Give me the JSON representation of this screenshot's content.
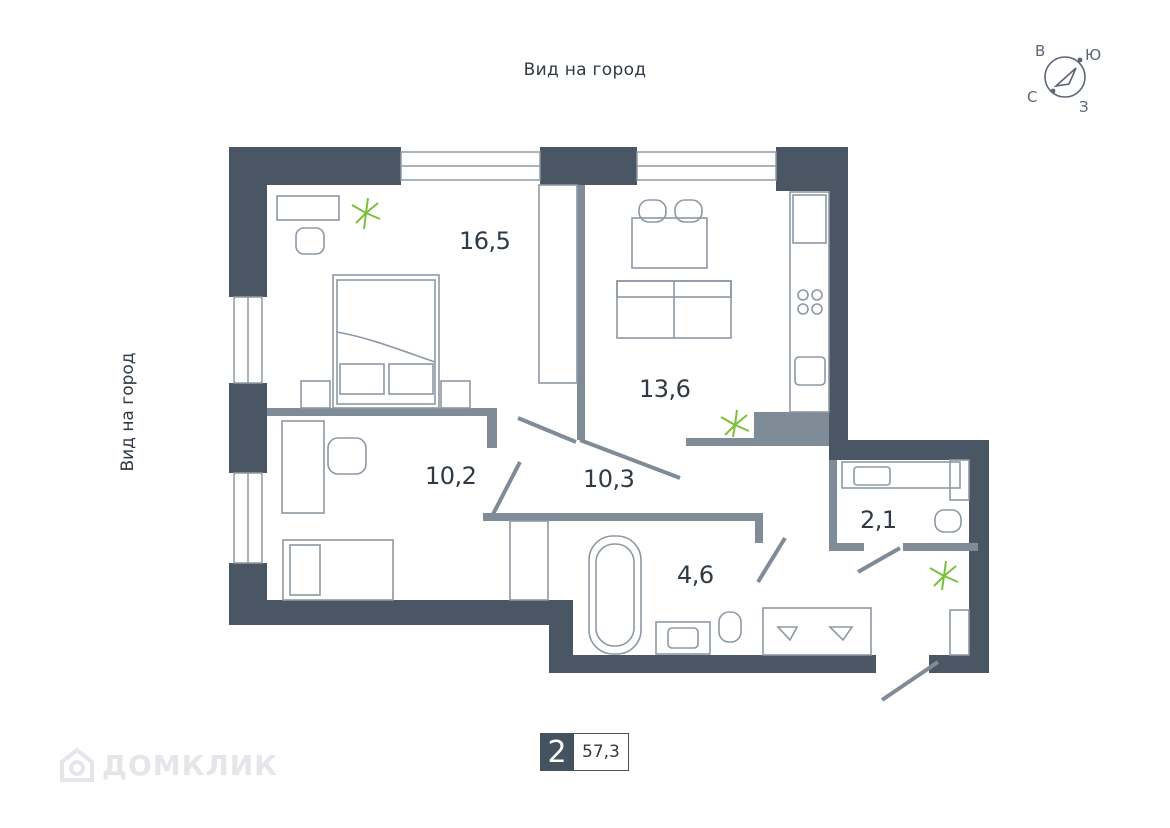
{
  "views": {
    "top": "Вид на город",
    "left": "Вид на город"
  },
  "compass": {
    "north": "С",
    "east": "В",
    "south": "Ю",
    "west": "З"
  },
  "rooms": [
    {
      "id": "bedroom",
      "area": "16,5"
    },
    {
      "id": "living-kitchen",
      "area": "13,6"
    },
    {
      "id": "kids-room",
      "area": "10,2"
    },
    {
      "id": "hallway",
      "area": "10,3"
    },
    {
      "id": "bathroom",
      "area": "4,6"
    },
    {
      "id": "toilet",
      "area": "2,1"
    }
  ],
  "summary": {
    "rooms_count": "2",
    "total_area": "57,3"
  },
  "watermark": {
    "text": "ДОМКЛИК"
  },
  "colors": {
    "wall": "#4a5663",
    "furniture": "#8d98a4",
    "plant": "#7cbf3a",
    "text": "#2f3a45"
  }
}
